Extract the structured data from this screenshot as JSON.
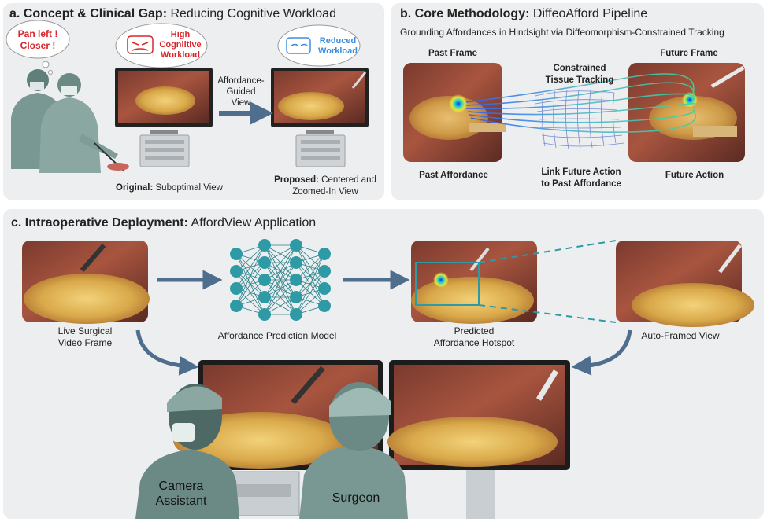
{
  "panel_a": {
    "title_bold": "a. Concept & Clinical Gap:",
    "title_rest": " Reducing Cognitive Workload",
    "bubble_pan": [
      "Pan left !",
      "Closer !"
    ],
    "bubble_high": [
      "High",
      "Cognlitive",
      "Workload"
    ],
    "bubble_reduced": [
      "Reduced",
      "Workload"
    ],
    "arrow_label": [
      "Affordance-",
      "Guided",
      "View"
    ],
    "original_bold": "Original:",
    "original_rest": " Suboptimal View",
    "proposed_bold": "Proposed:",
    "proposed_rest": " Centered and",
    "proposed_line2": "Zoomed-In View"
  },
  "panel_b": {
    "title_bold": "b. Core Methodology:",
    "title_rest": " DiffeoAfford Pipeline",
    "subtitle": "Grounding Affordances in Hindsight via Diffeomorphism-Constrained Tracking",
    "past_frame": "Past Frame",
    "future_frame": "Future Frame",
    "tracking": [
      "Constrained",
      "Tissue Tracking"
    ],
    "past_affordance": "Past Affordance",
    "link": [
      "Link Future Action",
      "to Past Affordance"
    ],
    "future_action": "Future Action"
  },
  "panel_c": {
    "title_bold": "c. Intraoperative Deployment:",
    "title_rest": " AffordView Application",
    "live": [
      "Live Surgical",
      "Video Frame"
    ],
    "model": "Affordance Prediction Model",
    "hotspot": [
      "Predicted",
      "Affordance Hotspot"
    ],
    "autoframed": "Auto-Framed View",
    "camera_assistant": [
      "Camera",
      "Assistant"
    ],
    "surgeon": "Surgeon"
  },
  "colors": {
    "panel_bg": "#eceeef",
    "arrow": "#4f6d8c",
    "node": "#2e9aa6",
    "high_red": "#d9262b",
    "reduced_blue": "#3b8de0",
    "scrubs": "#6c8a85"
  }
}
